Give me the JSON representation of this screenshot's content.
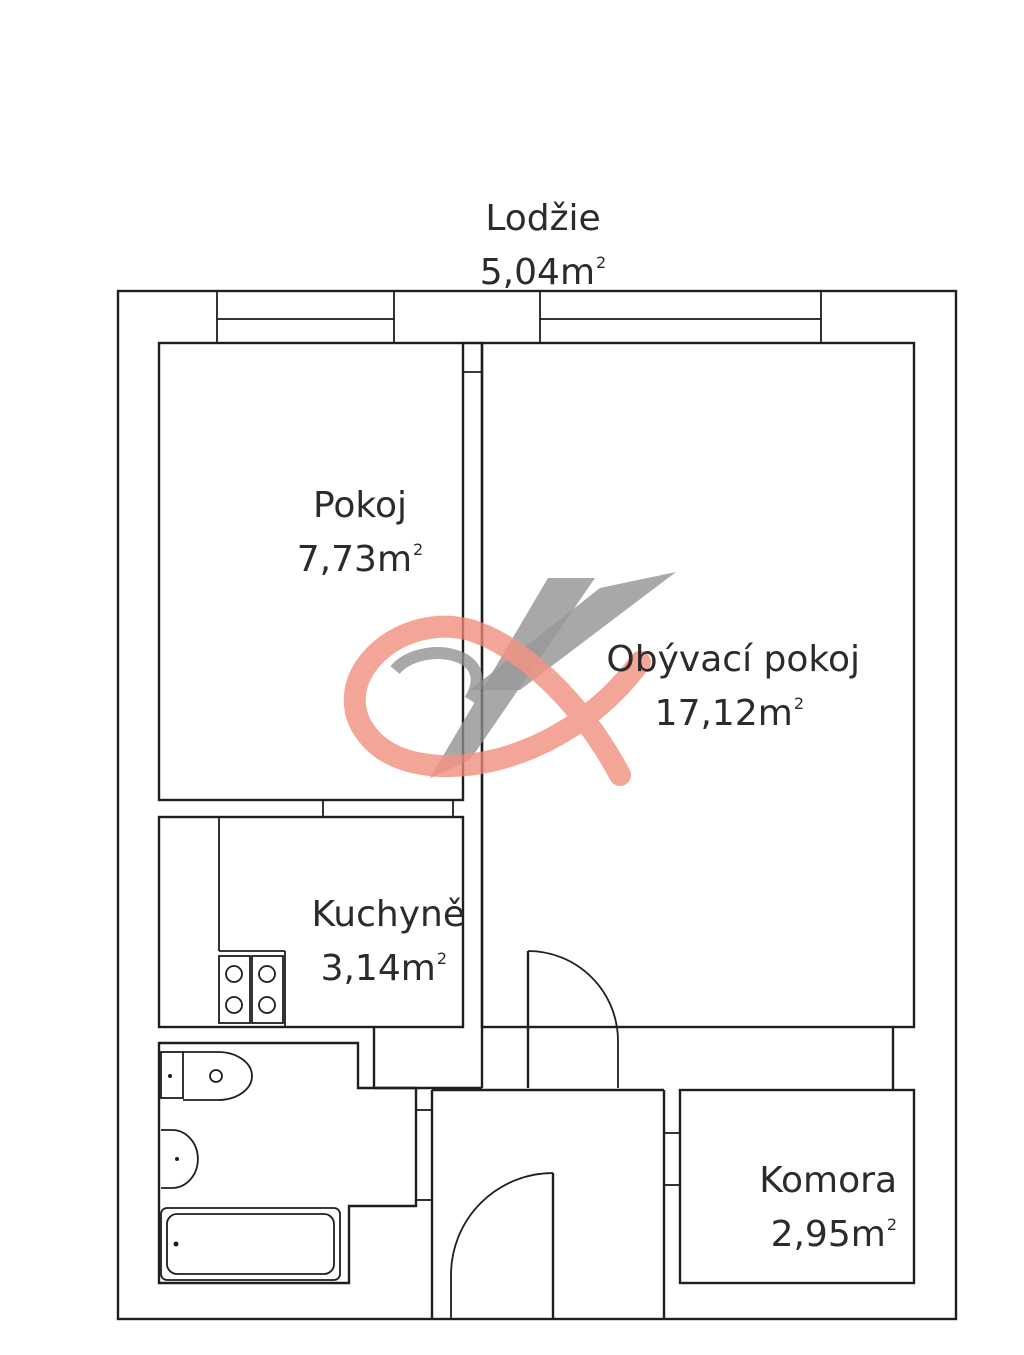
{
  "rooms": {
    "lodzie": {
      "name": "Lodžie",
      "area": "5,04m",
      "unit_sup": "2"
    },
    "pokoj": {
      "name": "Pokoj",
      "area": "7,73m",
      "unit_sup": "2"
    },
    "obyvaci": {
      "name": "Obývací pokoj",
      "area": "17,12m",
      "unit_sup": "2"
    },
    "kuchyne": {
      "name": "Kuchyně",
      "area": "3,14m",
      "unit_sup": "2"
    },
    "komora": {
      "name": "Komora",
      "area": "2,95m",
      "unit_sup": "2"
    }
  },
  "watermark": {
    "letter": "K",
    "colors": {
      "grey": "#8e8e8e",
      "salmon": "#f08a78"
    }
  },
  "colors": {
    "wall": "#1e1e1e",
    "text": "#2b2b2b",
    "background": "#ffffff"
  }
}
